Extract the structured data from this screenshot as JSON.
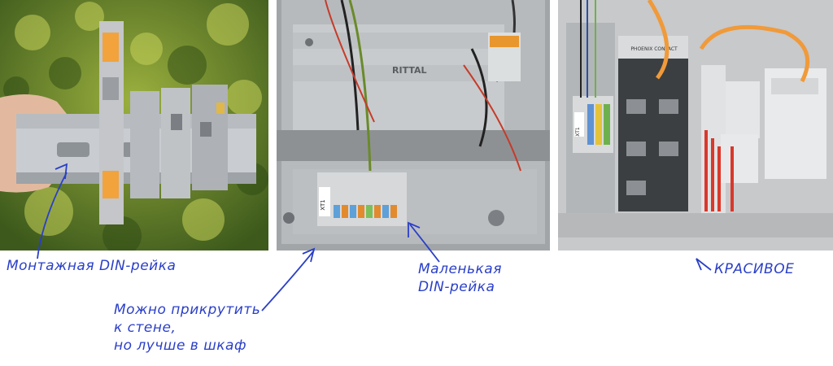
{
  "annotations": {
    "din_rail": "Монтажная DIN-рейка",
    "wall_mount": [
      "Можно прикрутить",
      "к стене,",
      "но лучше в шкаф"
    ],
    "small_din": [
      "Маленькая",
      "DIN-рейка"
    ],
    "beautiful": "КРАСИВОЕ"
  },
  "photo_labels": {
    "brand_rittal": "RITTAL",
    "terminal_tag_mid": "XT1",
    "terminal_tag_right": "XT1",
    "switch_brand": "PHOENIX CONTACT"
  },
  "colors": {
    "ink": "#2a3fc8"
  }
}
